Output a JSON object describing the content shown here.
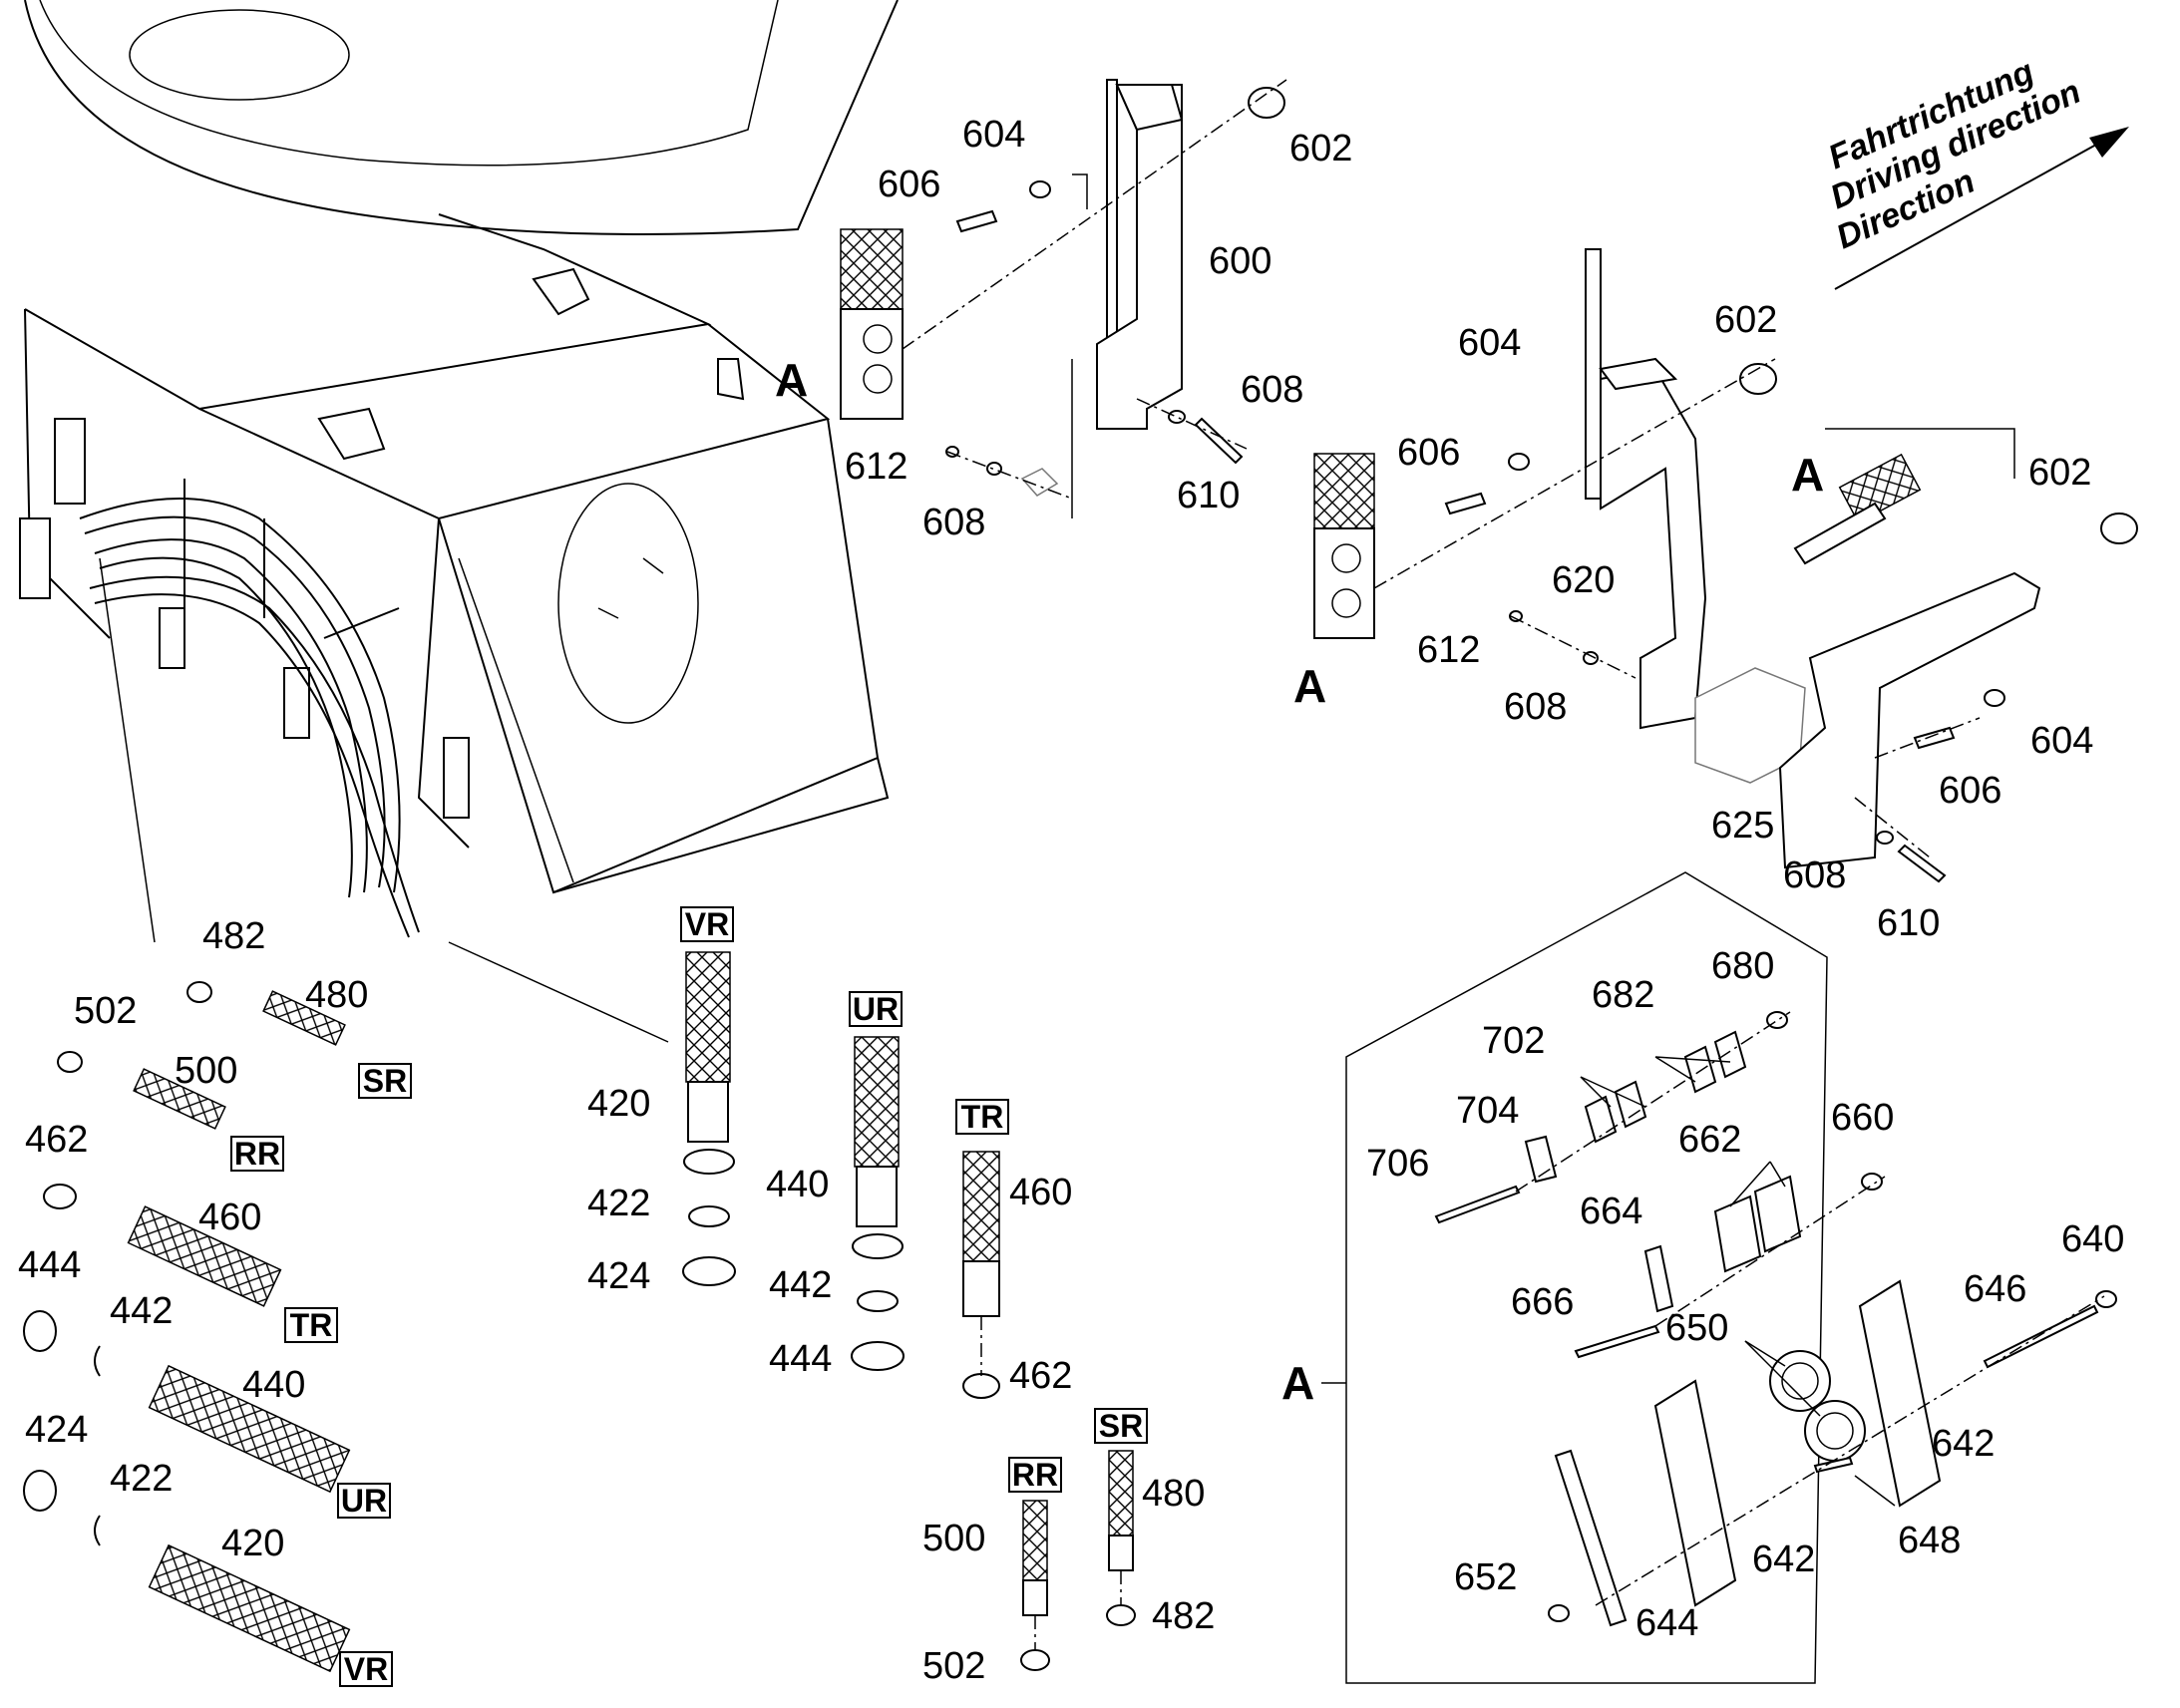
{
  "direction": {
    "line1": "Fahrtrichtung",
    "line2": "Driving direction",
    "line3": "Direction"
  },
  "detail_marker": "A",
  "hose_tags": {
    "vr": "VR",
    "ur": "UR",
    "tr": "TR",
    "sr": "SR",
    "rr": "RR"
  },
  "part_numbers": {
    "p420": "420",
    "p422": "422",
    "p424": "424",
    "p440": "440",
    "p442": "442",
    "p444": "444",
    "p460": "460",
    "p462": "462",
    "p480": "480",
    "p482": "482",
    "p500": "500",
    "p502": "502",
    "p600": "600",
    "p602": "602",
    "p604": "604",
    "p606": "606",
    "p608": "608",
    "p610": "610",
    "p612": "612",
    "p620": "620",
    "p625": "625",
    "p640": "640",
    "p642": "642",
    "p644": "644",
    "p646": "646",
    "p648": "648",
    "p650": "650",
    "p652": "652",
    "p660": "660",
    "p662": "662",
    "p664": "664",
    "p666": "666",
    "p680": "680",
    "p682": "682",
    "p702": "702",
    "p704": "704",
    "p706": "706"
  }
}
